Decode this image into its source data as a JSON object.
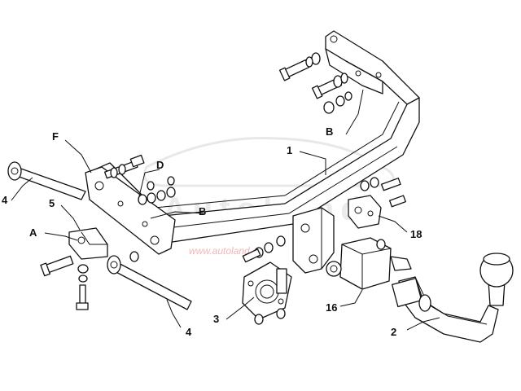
{
  "labels": {
    "main_beam": "1",
    "ball_mount": "2",
    "socket_plate": "3",
    "strap_upper": "4",
    "strap_lower": "4",
    "spacer": "5",
    "socket_module": "16",
    "side_bracket": "18",
    "point_a": "A",
    "point_b_upper": "B",
    "point_b_lower": "B",
    "point_d": "D",
    "point_f": "F"
  },
  "watermark": {
    "logo_text": "AutoLand",
    "url_text": "www.autoland.eu"
  }
}
